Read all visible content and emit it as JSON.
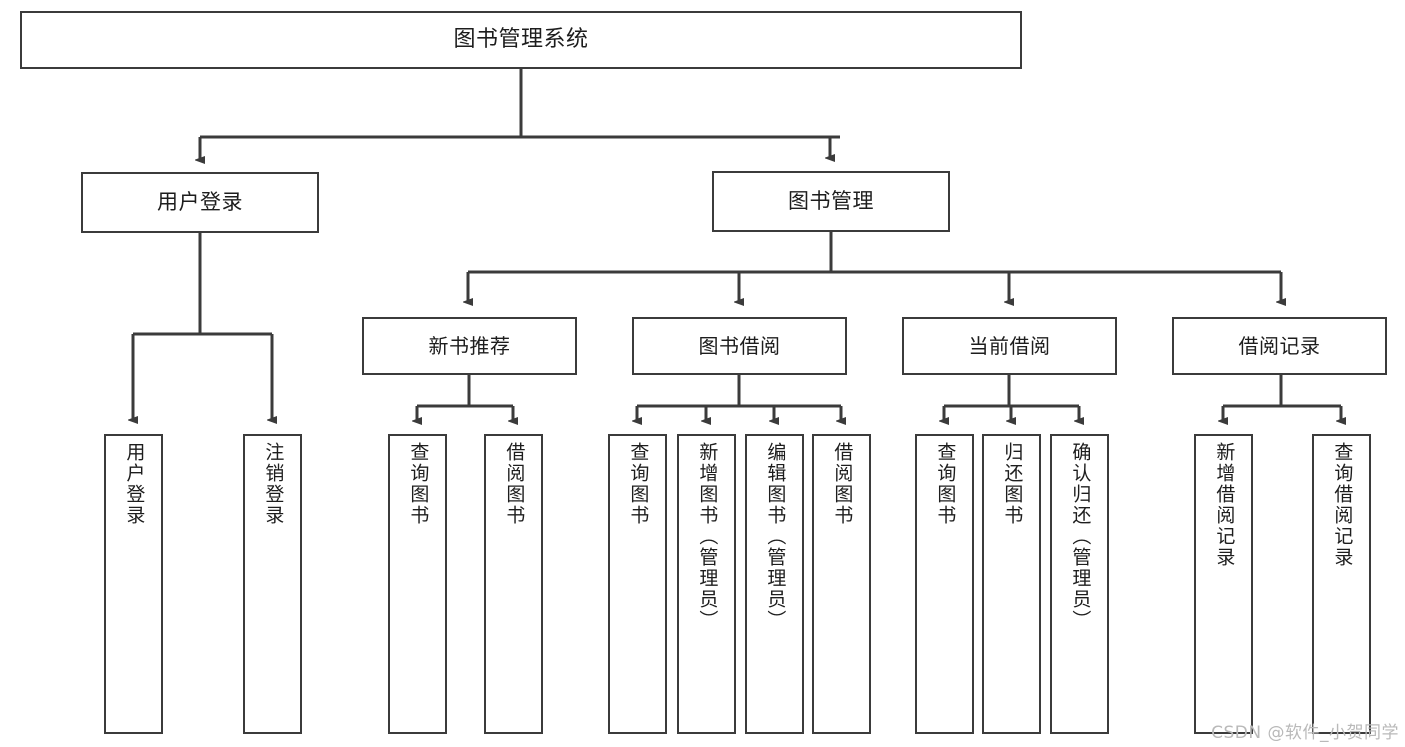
{
  "diagram": {
    "title": "图书管理系统",
    "type": "tree-hierarchy-functional-structure",
    "watermark": "CSDN @软件_小贺同学",
    "colors": {
      "box_border": "#3b3b3b",
      "box_fill": "#ffffff",
      "connector": "#3b3b3b",
      "text": "#1d1d1d",
      "watermark": "#b9b9b9",
      "background": "#ffffff"
    },
    "root": {
      "label": "图书管理系统"
    },
    "level2": [
      {
        "label": "用户登录"
      },
      {
        "label": "图书管理"
      }
    ],
    "level3": [
      {
        "label": "新书推荐"
      },
      {
        "label": "图书借阅"
      },
      {
        "label": "当前借阅"
      },
      {
        "label": "借阅记录"
      }
    ],
    "leaves": {
      "user_login": [
        {
          "label": "用户登录"
        },
        {
          "label": "注销登录"
        }
      ],
      "new_book_recommend": [
        {
          "label": "查询图书"
        },
        {
          "label": "借阅图书"
        }
      ],
      "book_borrow": [
        {
          "label": "查询图书"
        },
        {
          "label": "新增图书（管理员）"
        },
        {
          "label": "编辑图书（管理员）"
        },
        {
          "label": "借阅图书"
        }
      ],
      "current_borrow": [
        {
          "label": "查询图书"
        },
        {
          "label": "归还图书"
        },
        {
          "label": "确认归还（管理员）"
        }
      ],
      "borrow_record": [
        {
          "label": "新增借阅记录"
        },
        {
          "label": "查询借阅记录"
        }
      ]
    }
  }
}
